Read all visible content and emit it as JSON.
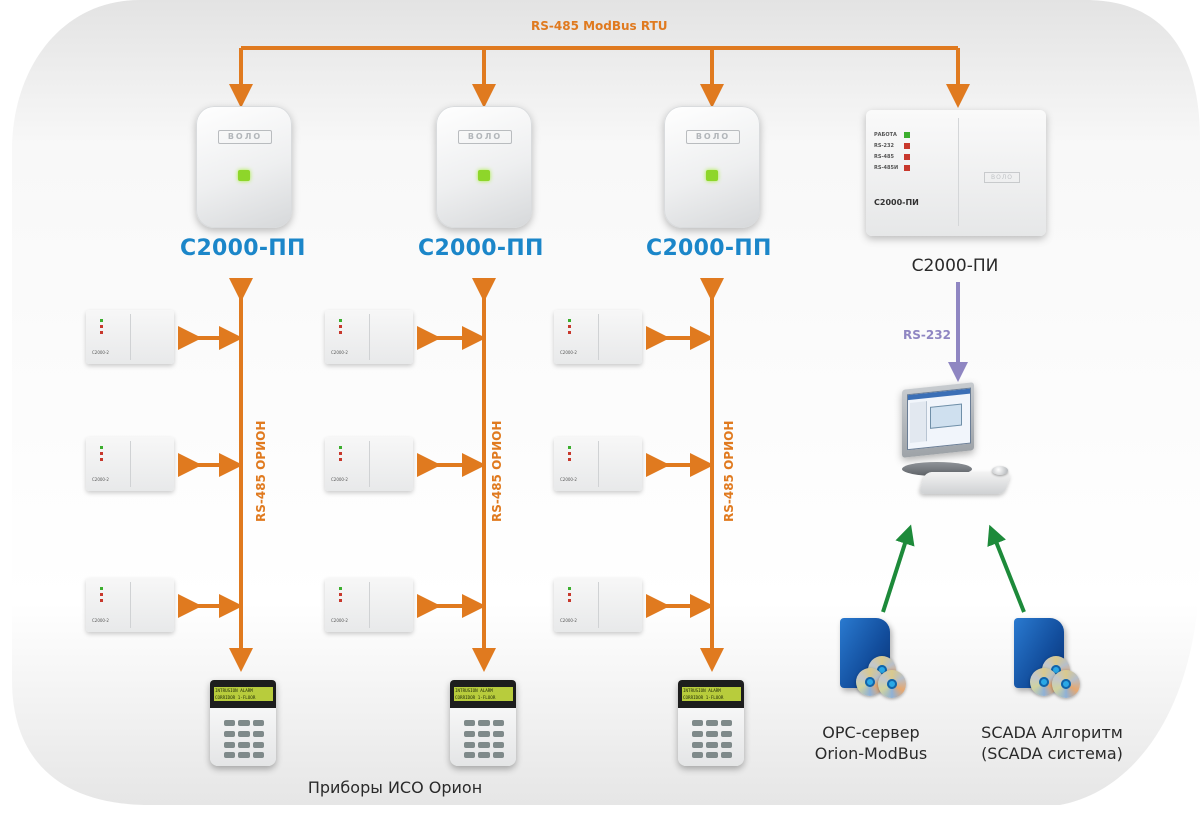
{
  "diagram": {
    "bus_top": {
      "label": "RS-485 ModBus RTU",
      "color": "#e07a1f"
    },
    "converters": [
      {
        "label": "С2000-ПП",
        "brand": "ВОЛО",
        "bus_label": "RS-485 ОРИОН",
        "devices": [
          {
            "name": "С2000-2"
          },
          {
            "name": "С2000-2"
          },
          {
            "name": "С2000-2"
          }
        ],
        "keypad": {
          "line1": "INTRUSION ALARM",
          "line2": "CORRIDOR  1-FLOOR"
        }
      },
      {
        "label": "С2000-ПП",
        "brand": "ВОЛО",
        "bus_label": "RS-485 ОРИОН",
        "devices": [
          {
            "name": "С2000-2"
          },
          {
            "name": "С2000-2"
          },
          {
            "name": "С2000-2"
          }
        ],
        "keypad": {
          "line1": "INTRUSION ALARM",
          "line2": "CORRIDOR  1-FLOOR"
        }
      },
      {
        "label": "С2000-ПП",
        "brand": "ВОЛО",
        "bus_label": "RS-485 ОРИОН",
        "devices": [
          {
            "name": "С2000-2"
          },
          {
            "name": "С2000-2"
          },
          {
            "name": "С2000-2"
          }
        ],
        "keypad": {
          "line1": "INTRUSION ALARM",
          "line2": "CORRIDOR  1-FLOOR"
        }
      }
    ],
    "interface_unit": {
      "label": "С2000-ПИ",
      "case_label": "С2000-ПИ",
      "brand": "ВОЛО",
      "indicators": [
        {
          "label": "РАБОТА",
          "color": "#3cae2e"
        },
        {
          "label": "RS-232",
          "color": "#c8382c"
        },
        {
          "label": "RS-485",
          "color": "#c8382c"
        },
        {
          "label": "RS-485И",
          "color": "#c8382c"
        }
      ]
    },
    "rs232": {
      "label": "RS-232",
      "color": "#8f86c2"
    },
    "software": [
      {
        "line1": "OPC-сервер",
        "line2": "Orion-ModBus"
      },
      {
        "line1": "SCADA Алгоритм",
        "line2": "(SCADA система)"
      }
    ],
    "software_link_color": "#1d8a3a",
    "footer_label": "Приборы ИСО Орион",
    "colors": {
      "accent_orange": "#e07a1f",
      "title_blue": "#1b86c9",
      "rs232_purple": "#8f86c2",
      "link_green": "#1d8a3a"
    }
  }
}
